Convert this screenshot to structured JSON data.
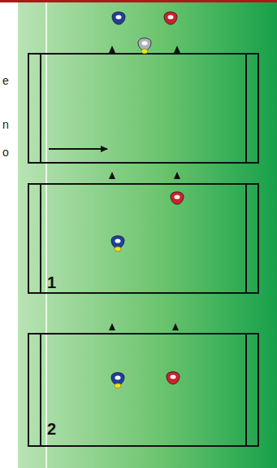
{
  "diagram": {
    "labels": [
      "e",
      "n",
      "o",
      "1",
      "2"
    ]
  }
}
